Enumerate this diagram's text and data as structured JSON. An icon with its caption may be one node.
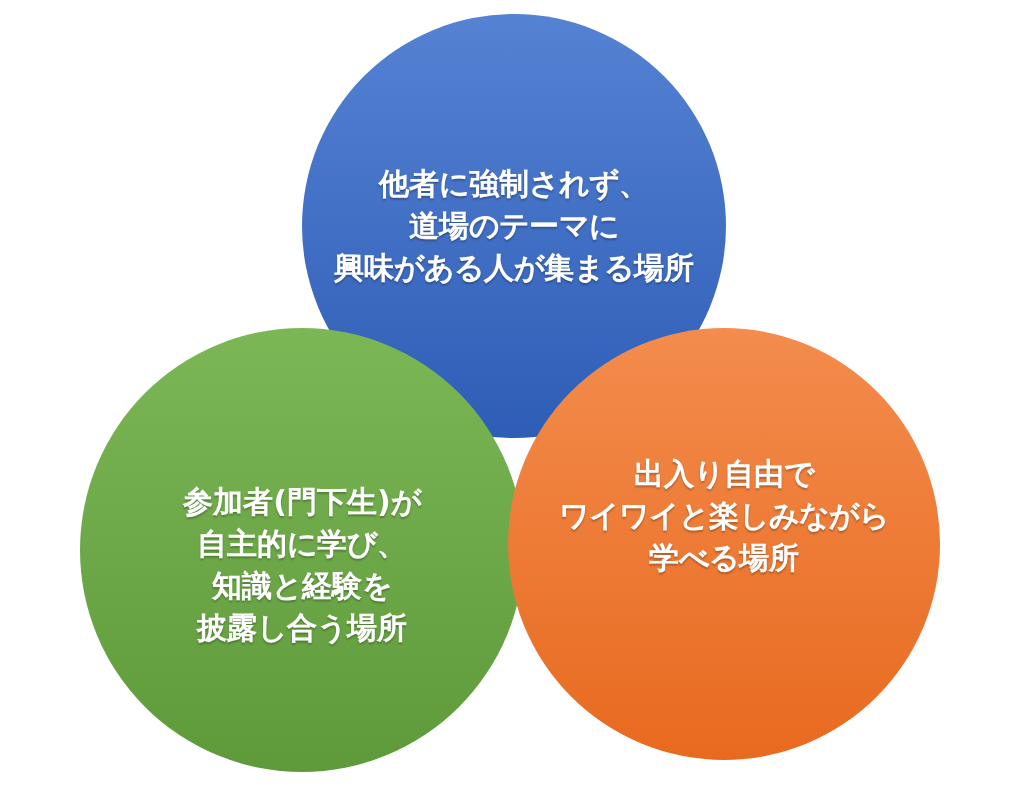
{
  "diagram": {
    "nodes": [
      {
        "text": [
          "他者に強制されず、道場のテーマに興味がある人が集まる場所"
        ]
      },
      {
        "text": [
          "参加者(門下生)が自主的に学び、知識と経験を披露し合う場所"
        ]
      },
      {
        "text": [
          "出入り自由でワイワイと楽しみながら学べる場所"
        ]
      }
    ]
  }
}
